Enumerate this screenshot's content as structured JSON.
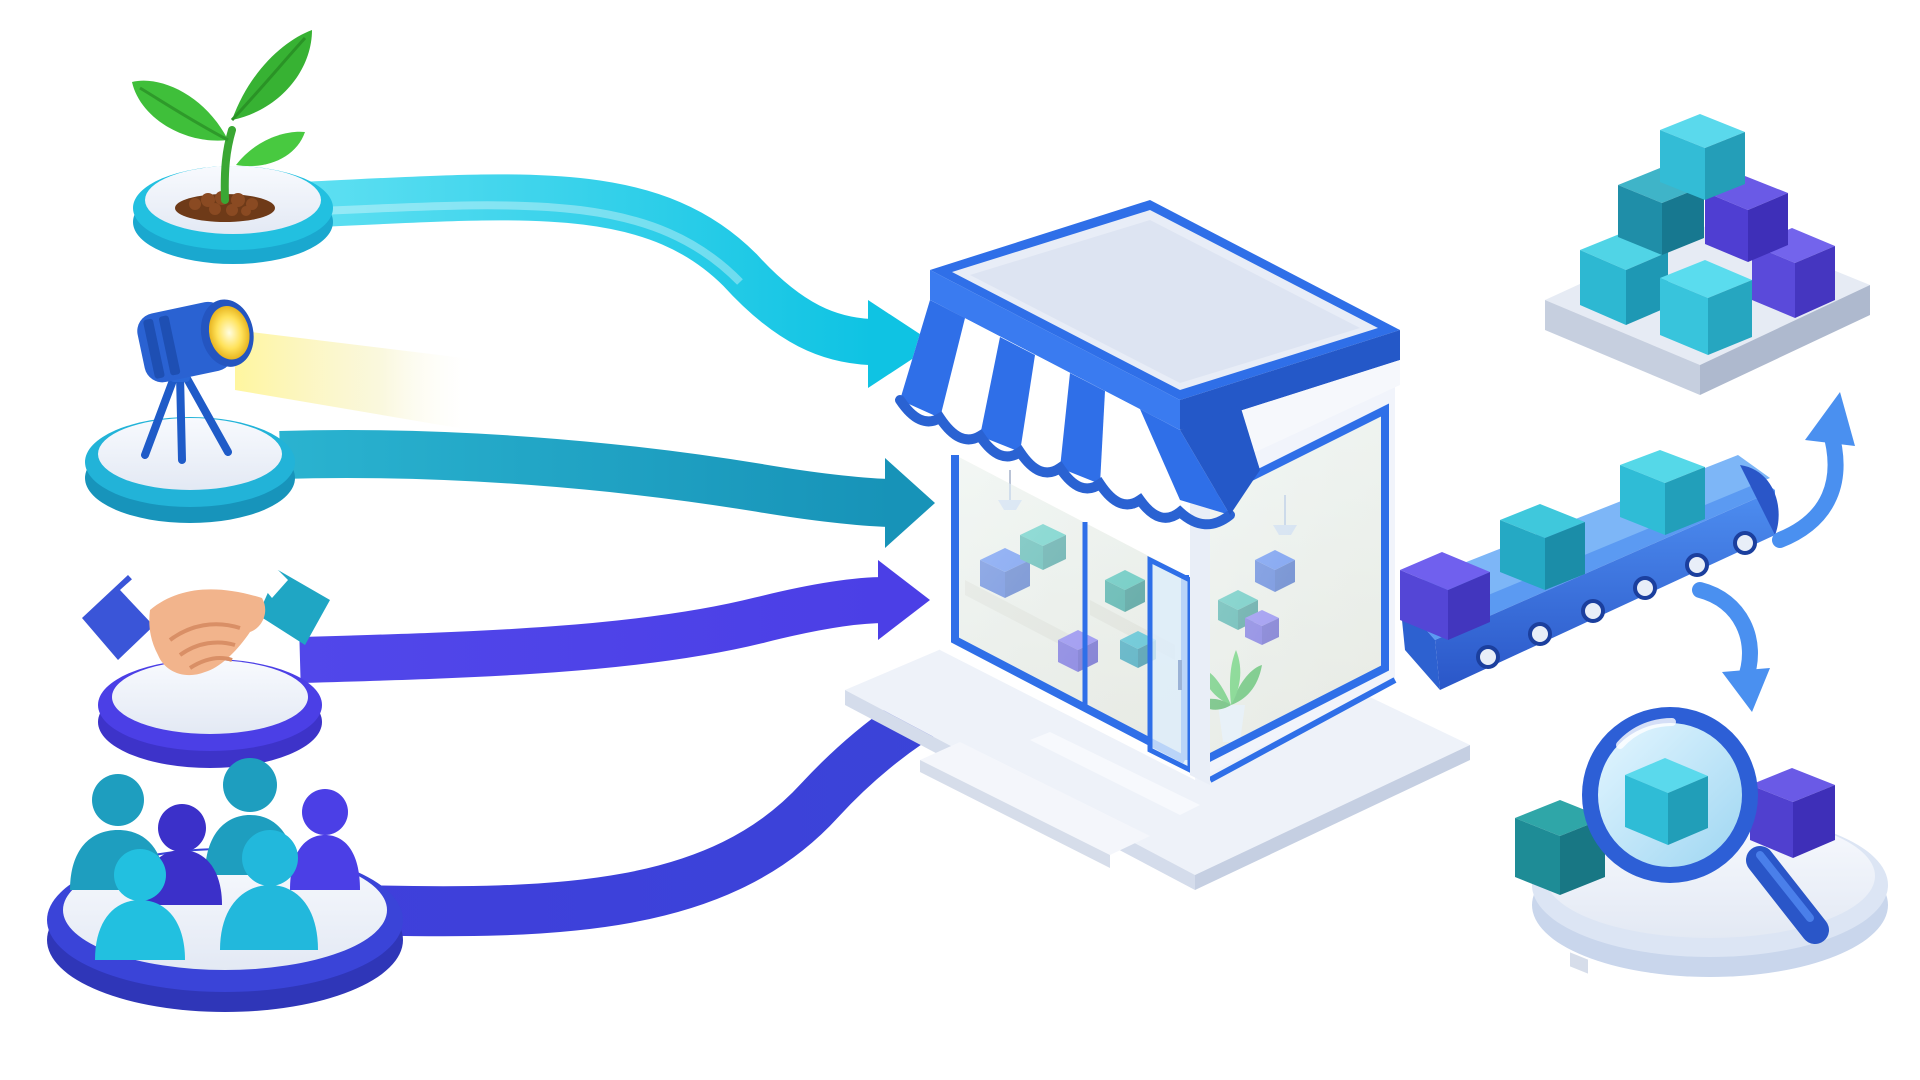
{
  "diagram": {
    "type": "flow-illustration",
    "inputs": [
      {
        "id": "growth",
        "icon": "sprout-icon"
      },
      {
        "id": "visibility",
        "icon": "spotlight-icon"
      },
      {
        "id": "partnership",
        "icon": "handshake-icon"
      },
      {
        "id": "community",
        "icon": "people-group-icon"
      }
    ],
    "hub": {
      "icon": "storefront-icon"
    },
    "outputs": [
      {
        "id": "conveyor",
        "icon": "conveyor-belt-icon"
      },
      {
        "id": "stock",
        "icon": "pallet-of-cubes-icon"
      },
      {
        "id": "inspection",
        "icon": "magnifier-cube-icon"
      }
    ],
    "colors": {
      "cyan": "#12C6E6",
      "teal": "#1FA6C4",
      "indigo": "#4B3FE6",
      "royal": "#3A44D8",
      "blue": "#2F6FE8",
      "violet": "#5A48D9",
      "pad": "#E8EEF8",
      "cube_teal": "#25B4CC",
      "cube_violet": "#5446D6",
      "leaf": "#3FBF3A",
      "soil": "#8A4A22"
    }
  }
}
